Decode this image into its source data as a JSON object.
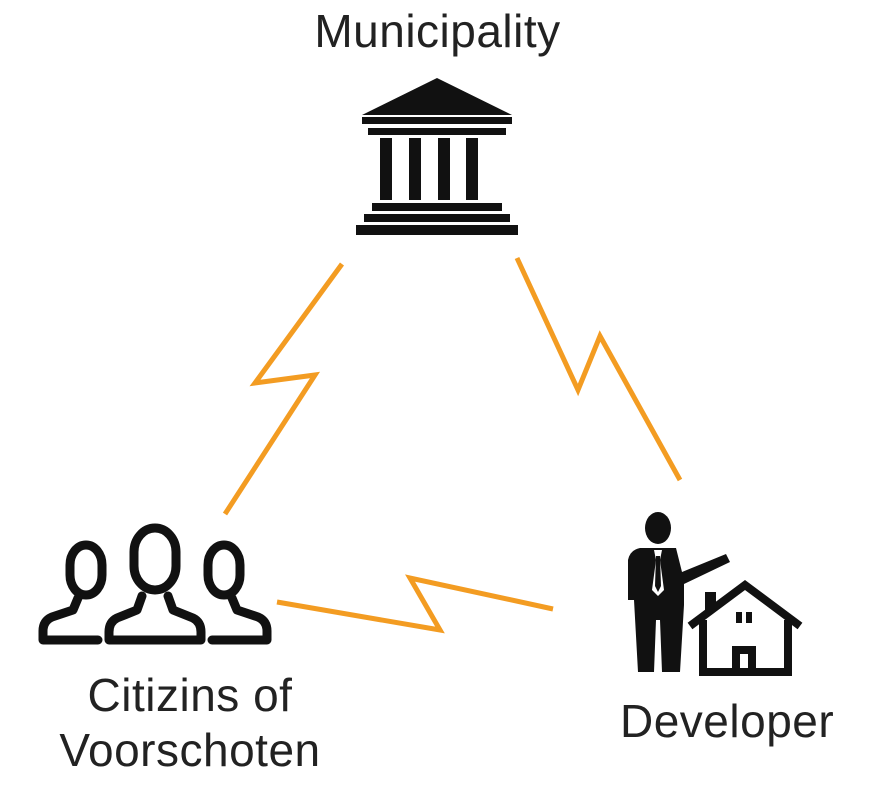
{
  "nodes": {
    "municipality": {
      "label": "Municipality",
      "icon": "government-building-icon"
    },
    "citizens": {
      "label_line1": "Citizins of",
      "label_line2": "Voorschoten",
      "icon": "people-group-icon"
    },
    "developer": {
      "label": "Developer",
      "icon": "businessman-house-icon"
    }
  },
  "links": [
    {
      "from": "municipality",
      "to": "citizens",
      "style": "zigzag"
    },
    {
      "from": "municipality",
      "to": "developer",
      "style": "zigzag"
    },
    {
      "from": "citizens",
      "to": "developer",
      "style": "zigzag"
    }
  ],
  "colors": {
    "link": "#F39C22",
    "icon": "#111111",
    "text": "#222222"
  }
}
